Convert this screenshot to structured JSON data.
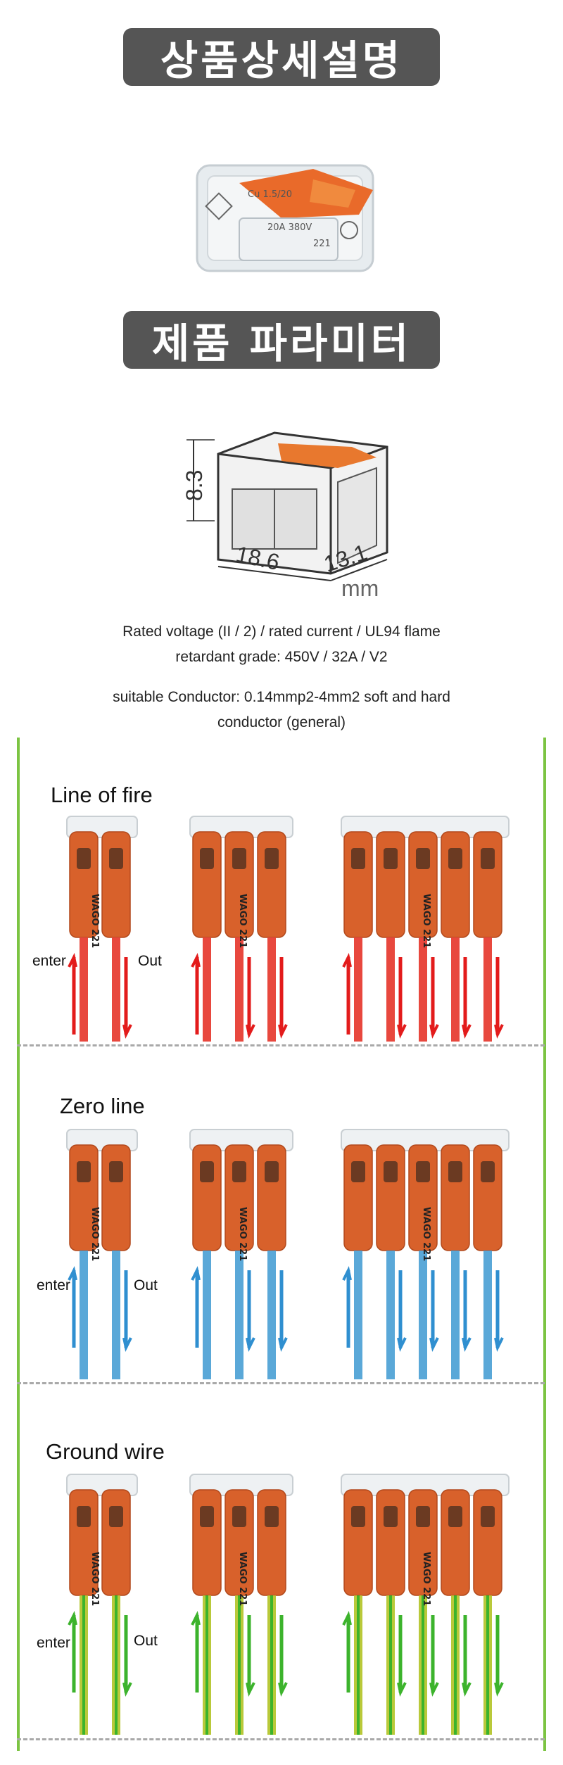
{
  "banners": {
    "details": "상품상세설명",
    "params": "제품 파라미터"
  },
  "top_product_marks": {
    "cu": "Cu 1.5/20",
    "rating": "20A 380V",
    "model": "221"
  },
  "dimensions": {
    "height": "8.3",
    "length": "18.6",
    "width": "13.1",
    "unit": "mm"
  },
  "specs": {
    "line1": "Rated voltage (II / 2) / rated current / UL94 flame",
    "line2": "retardant grade: 450V / 32A / V2",
    "line3": "suitable Conductor: 0.14mmp2-4mm2 soft and hard",
    "line4": "conductor (general)"
  },
  "sections": [
    {
      "title": "Line of fire",
      "enter": "enter",
      "out": "Out",
      "wire_color": "#e8483e",
      "arrow_color": "#e31b1b"
    },
    {
      "title": "Zero line",
      "enter": "enter",
      "out": "Out",
      "wire_color": "#5aa8d8",
      "arrow_color": "#2f8fd0"
    },
    {
      "title": "Ground wire",
      "enter": "enter",
      "out": "Out",
      "wire_color": "#b9c93a",
      "arrow_color": "#3cb32c"
    }
  ],
  "connector_label": "WAGO 221",
  "colors": {
    "banner_bg": "#555555",
    "connector_orange": "#d8612b",
    "divider_green": "#7cc442"
  }
}
